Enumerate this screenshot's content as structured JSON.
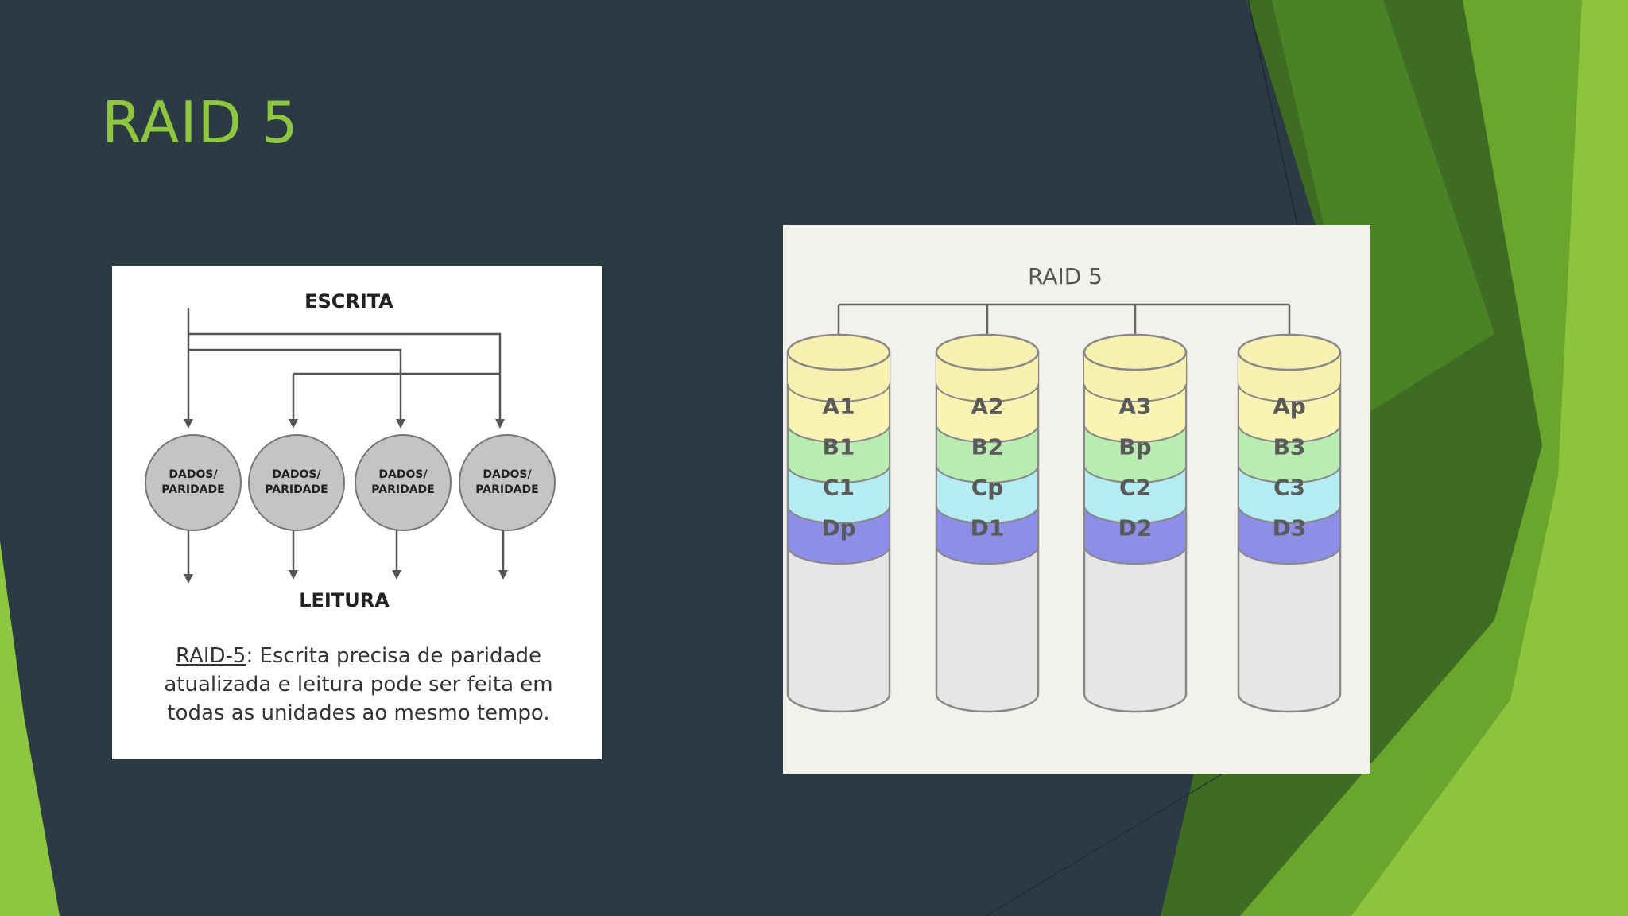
{
  "slide": {
    "title": "RAID 5",
    "colors": {
      "background": "#2c3a44",
      "title": "#8dc63f",
      "green_light": "#8dc63f",
      "green_mid": "#6aa82c",
      "green_dark": "#3f6e23"
    }
  },
  "left_diagram": {
    "write_label": "ESCRITA",
    "read_label": "LEITURA",
    "disks": [
      {
        "line1": "DADOS/",
        "line2": "PARIDADE"
      },
      {
        "line1": "DADOS/",
        "line2": "PARIDADE"
      },
      {
        "line1": "DADOS/",
        "line2": "PARIDADE"
      },
      {
        "line1": "DADOS/",
        "line2": "PARIDADE"
      }
    ],
    "caption_term": "RAID-5",
    "caption_line1": ": Escrita precisa de paridade",
    "caption_line2": "atualizada e leitura pode ser feita em",
    "caption_line3": "todas as unidades ao mesmo tempo.",
    "disk_color": "#c4c4c4"
  },
  "right_diagram": {
    "title": "RAID 5",
    "disks": [
      {
        "blocks": [
          "A1",
          "B1",
          "C1",
          "Dp"
        ]
      },
      {
        "blocks": [
          "A2",
          "B2",
          "Cp",
          "D1"
        ]
      },
      {
        "blocks": [
          "A3",
          "Bp",
          "C2",
          "D2"
        ]
      },
      {
        "blocks": [
          "Ap",
          "B3",
          "C3",
          "D3"
        ]
      }
    ],
    "row_colors": [
      "#fbf3b4",
      "#b9ecb0",
      "#b4ecf2",
      "#8d8ee8"
    ],
    "top_color": "#f8f0b0",
    "body_color": "#e6e6e6"
  }
}
